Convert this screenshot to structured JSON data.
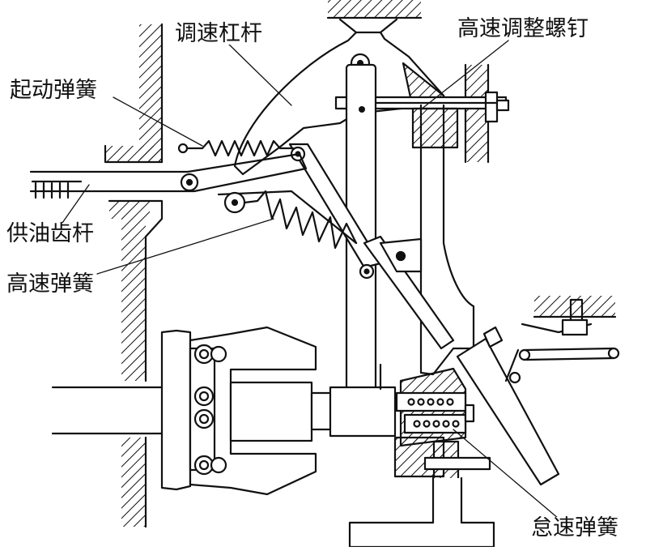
{
  "labels": {
    "governor_lever": "调速杠杆",
    "high_speed_adjust_screw": "高速调整螺钉",
    "starting_spring": "起动弹簧",
    "fuel_rack": "供油齿杆",
    "high_speed_spring": "高速弹簧",
    "idle_spring": "怠速弹簧"
  },
  "colors": {
    "line": "#111111",
    "hatch": "#111111",
    "background": "#ffffff"
  }
}
